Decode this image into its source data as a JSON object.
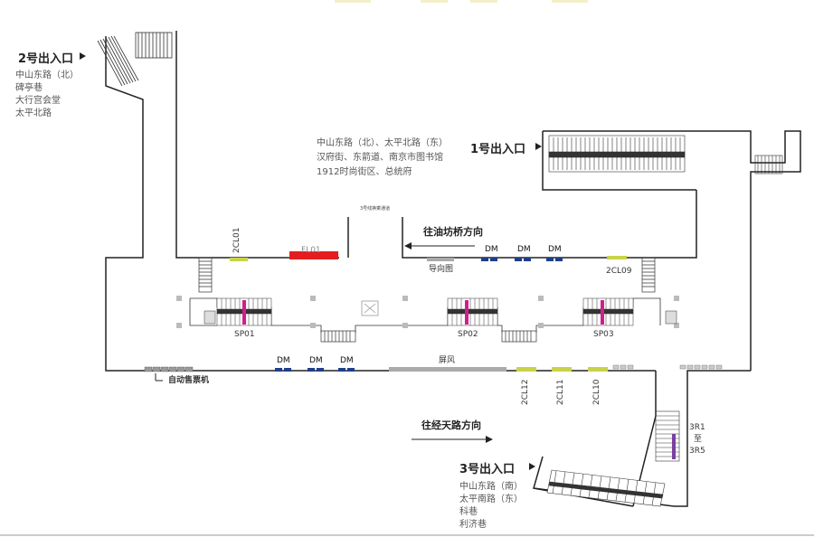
{
  "exits": {
    "exit2": {
      "title": "2号出入口",
      "streets": [
        "中山东路（北）",
        "碑亭巷",
        "大行宫会堂",
        "太平北路"
      ]
    },
    "exit1": {
      "title": "1号出入口",
      "streets": [
        "中山东路（北）、太平北路（东）",
        "汉府街、东箭道、南京市图书馆",
        "1912时尚街区、总统府"
      ]
    },
    "exit3": {
      "title": "3号出入口",
      "streets": [
        "中山东路（南）",
        "太平南路（东）",
        "科巷",
        "利济巷"
      ]
    }
  },
  "directions": {
    "to_youfangqiao": "往油坊桥方向",
    "to_jingtianlu": "往经天路方向",
    "line3_transfer": "3号线换乘通道"
  },
  "facilities": {
    "guide_map": "导向图",
    "screen_wind": "屏风",
    "ticket_machine": "自动售票机",
    "stairs_3r": [
      "3R1",
      "至",
      "3R5"
    ],
    "fl01": "FL01"
  },
  "labels": {
    "sp": [
      "SP01",
      "SP02",
      "SP03"
    ],
    "cl_top": [
      "2CL01",
      "2CL09"
    ],
    "cl_bottom": [
      "2CL12",
      "2CL11",
      "2CL10"
    ],
    "dm": "DM"
  },
  "colors": {
    "wall": "#222222",
    "fl01": "#e41e1e",
    "cl": "#c8d34a",
    "dm": "#1f3f8a",
    "escalator": "#d01f8a"
  }
}
